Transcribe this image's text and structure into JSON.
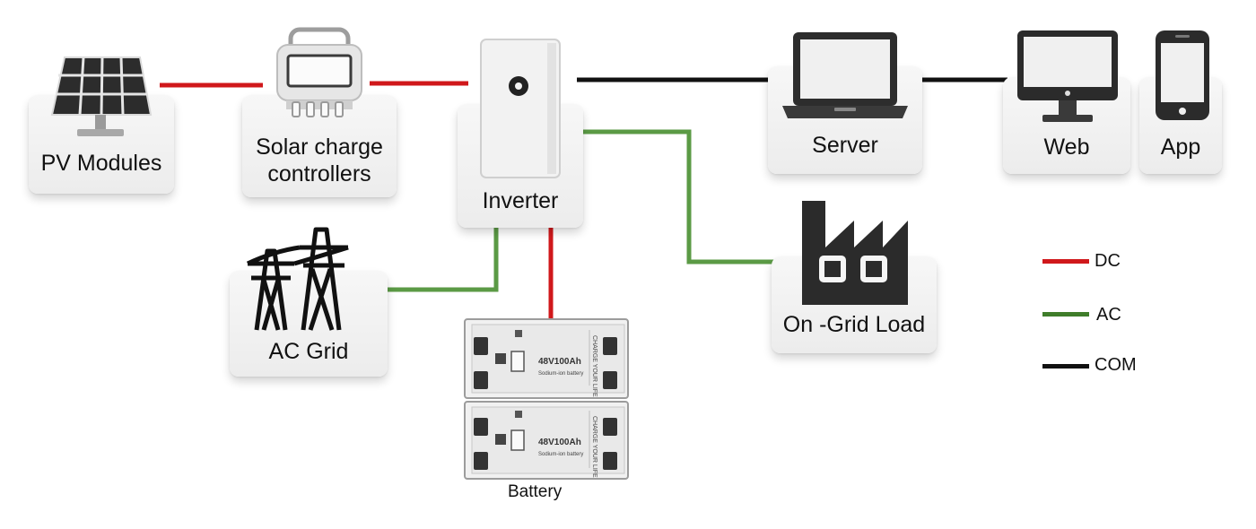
{
  "nodes": {
    "pv_modules": {
      "label": "PV Modules",
      "icon": "solar-panel-icon"
    },
    "solar_charge_controllers": {
      "label_line1": "Solar charge",
      "label_line2": "controllers",
      "icon": "charge-controller-icon"
    },
    "inverter": {
      "label": "Inverter",
      "icon": "inverter-icon"
    },
    "server": {
      "label": "Server",
      "icon": "laptop-icon"
    },
    "web": {
      "label": "Web",
      "icon": "monitor-icon"
    },
    "app": {
      "label": "App",
      "icon": "smartphone-icon"
    },
    "ac_grid": {
      "label": "AC Grid",
      "icon": "power-tower-icon"
    },
    "on_grid_load": {
      "label": "On -Grid Load",
      "icon": "factory-icon"
    },
    "battery": {
      "label": "Battery",
      "icon": "battery-pack-icon",
      "module_text": "48V100Ah",
      "module_subtext": "Sodium-ion battery",
      "side_text": "CHARGE YOUR LIFE"
    }
  },
  "legend": [
    {
      "label": "DC",
      "color": "#d0181b"
    },
    {
      "label": "AC",
      "color": "#3f7d2a"
    },
    {
      "label": "COM",
      "color": "#111111"
    }
  ],
  "connections": [
    {
      "from": "PV Modules",
      "to": "Solar charge controllers",
      "type": "DC"
    },
    {
      "from": "Solar charge controllers",
      "to": "Inverter",
      "type": "DC"
    },
    {
      "from": "Inverter",
      "to": "Server",
      "type": "COM"
    },
    {
      "from": "Server",
      "to": "Web",
      "type": "COM"
    },
    {
      "from": "Inverter",
      "to": "On -Grid Load",
      "type": "AC"
    },
    {
      "from": "Inverter",
      "to": "AC Grid",
      "type": "AC"
    },
    {
      "from": "Inverter",
      "to": "Battery",
      "type": "DC"
    }
  ]
}
